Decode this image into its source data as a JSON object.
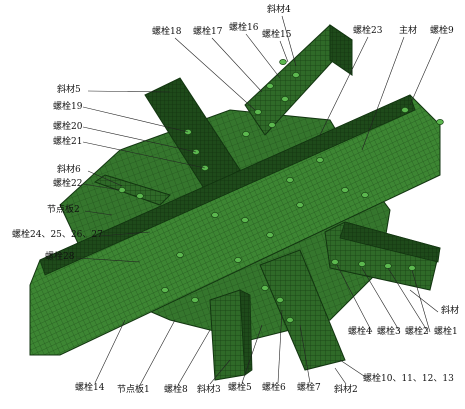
{
  "colors": {
    "mesh_dark": "#1f4a1c",
    "mesh_mid": "#2f6a28",
    "mesh_light": "#3f8a34",
    "bolt": "#6fcf63",
    "leader": "#222222",
    "text": "#111111"
  },
  "labels": {
    "diag4": "斜材4",
    "bolt18": "螺栓18",
    "bolt17": "螺栓17",
    "bolt16": "螺栓16",
    "bolt15": "螺栓15",
    "bolt23": "螺栓23",
    "main": "主材",
    "bolt9": "螺栓9",
    "diag5": "斜材5",
    "bolt19": "螺栓19",
    "bolt20": "螺栓20",
    "bolt21": "螺栓21",
    "diag6": "斜材6",
    "bolt22": "螺栓22",
    "plate2": "节点板2",
    "bolt24_27": "螺栓24、25、26、27",
    "bolt28": "螺栓28",
    "diag": "斜材",
    "bolt1": "螺栓1",
    "bolt4": "螺栓4",
    "bolt3": "螺栓3",
    "bolt2": "螺栓2",
    "bolt14": "螺栓14",
    "plate1": "节点板1",
    "bolt8": "螺栓8",
    "diag3": "斜材3",
    "bolt5": "螺栓5",
    "bolt6": "螺栓6",
    "bolt7": "螺栓7",
    "bolt10_13": "螺栓10、11、12、13",
    "diag2": "斜材2"
  }
}
